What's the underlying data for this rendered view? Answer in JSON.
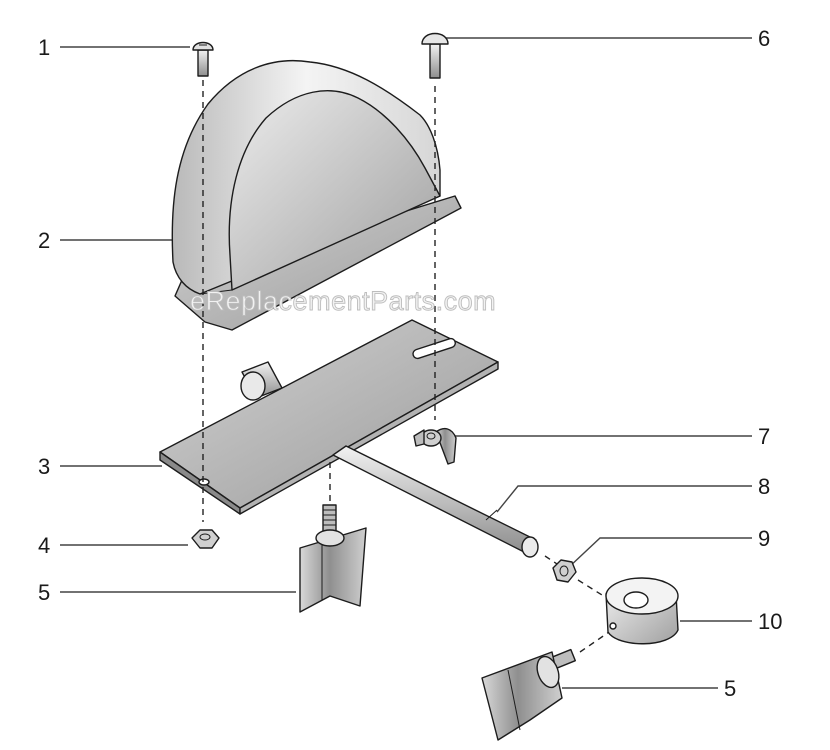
{
  "watermark": "eReplacementParts.com",
  "callouts": {
    "c1": "1",
    "c2": "2",
    "c3": "3",
    "c4": "4",
    "c5a": "5",
    "c5b": "5",
    "c6": "6",
    "c7": "7",
    "c8": "8",
    "c9": "9",
    "c10": "10"
  },
  "colors": {
    "line": "#1c1c1c",
    "shade": "#a9a9a9",
    "fill": "#ffffff"
  }
}
